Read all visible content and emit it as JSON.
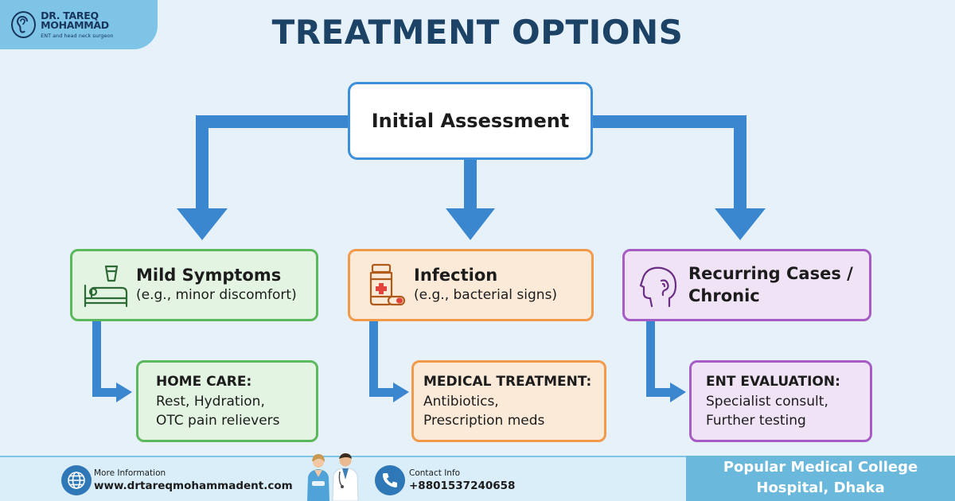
{
  "brand": {
    "name": "DR. TAREQ MOHAMMAD",
    "subtitle": "ENT and head neck surgeon",
    "logo_icon": "ear-icon"
  },
  "title": "TREATMENT OPTIONS",
  "root": {
    "label": "Initial Assessment"
  },
  "branches": [
    {
      "color": "#5bb85c",
      "icon": "bed-glass-icon",
      "title": "Mild Symptoms",
      "subtitle": "(e.g., minor discomfort)",
      "result_heading": "HOME CARE:",
      "result_lines": [
        "Rest, Hydration,",
        "OTC pain relievers"
      ]
    },
    {
      "color": "#f09a4a",
      "icon": "medicine-bottle-icon",
      "title": "Infection",
      "subtitle": "(e.g., bacterial signs)",
      "result_heading": "MEDICAL TREATMENT:",
      "result_lines": [
        "Antibiotics,",
        "Prescription meds"
      ]
    },
    {
      "color": "#a65cc4",
      "icon": "head-ear-icon",
      "title_lines": [
        "Recurring Cases /",
        "Chronic"
      ],
      "result_heading": "ENT EVALUATION:",
      "result_lines": [
        "Specialist consult,",
        "Further testing"
      ]
    }
  ],
  "arrow_color": "#3a86cf",
  "footer": {
    "info_label": "More Information",
    "website": "www.drtareqmohammadent.com",
    "contact_label": "Contact Info",
    "phone": "+8801537240658",
    "hospital_lines": [
      "Popular Medical College",
      "Hospital, Dhaka"
    ],
    "globe_icon": "globe-icon",
    "phone_icon": "phone-icon"
  }
}
